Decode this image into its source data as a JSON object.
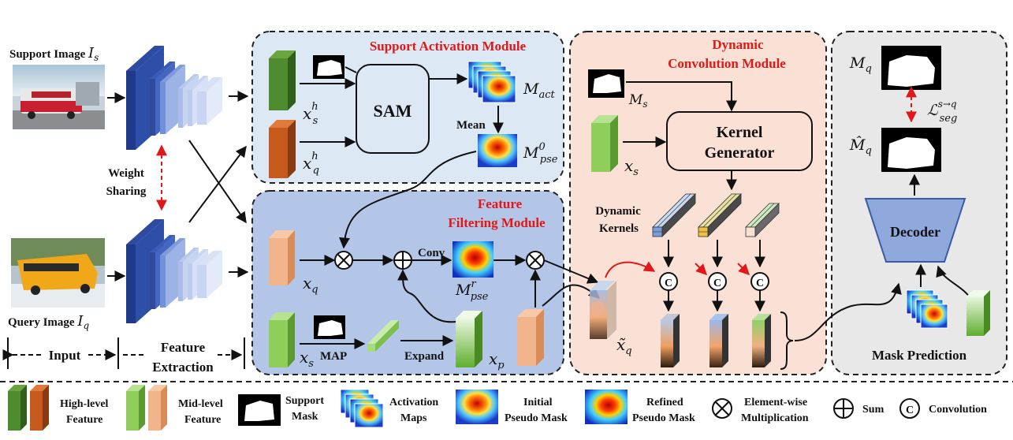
{
  "input": {
    "support_image_label": "Support Image",
    "support_image_symbol": "I",
    "support_image_sub": "s",
    "query_image_label": "Query Image",
    "query_image_symbol": "I",
    "query_image_sub": "q",
    "weight_sharing_line1": "Weight",
    "weight_sharing_line2": "Sharing",
    "input_section": "Input",
    "feature_extraction_line1": "Feature",
    "feature_extraction_line2": "Extraction"
  },
  "sam_module": {
    "title": "Support Activation Module",
    "block": "SAM",
    "mean": "Mean",
    "xs_h": {
      "base": "x",
      "sub": "s",
      "sup": "h"
    },
    "xq_h": {
      "base": "x",
      "sub": "q",
      "sup": "h"
    },
    "m_act": {
      "base": "M",
      "sub": "act"
    },
    "m_pse0": {
      "base": "M",
      "sub": "pse",
      "sup": "0"
    }
  },
  "ffm": {
    "title_line1": "Feature",
    "title_line2": "Filtering Module",
    "conv": "Conv",
    "map": "MAP",
    "expand": "Expand",
    "xq": {
      "base": "x",
      "sub": "q"
    },
    "xs": {
      "base": "x",
      "sub": "s"
    },
    "xp": {
      "base": "x",
      "sub": "p"
    },
    "m_pse_r": {
      "base": "M",
      "sub": "pse",
      "sup": "r"
    }
  },
  "dcm": {
    "title_line1": "Dynamic",
    "title_line2": "Convolution Module",
    "kernel_gen_line1": "Kernel",
    "kernel_gen_line2": "Generator",
    "dyn_kernels_line1": "Dynamic",
    "dyn_kernels_line2": "Kernels",
    "ms": {
      "base": "M",
      "sub": "s"
    },
    "xs": {
      "base": "x",
      "sub": "s"
    },
    "xq_tilde": {
      "base": "x̃",
      "sub": "q"
    },
    "conv_symbol": "C"
  },
  "mask_prediction": {
    "title": "Mask Prediction",
    "decoder": "Decoder",
    "mq": {
      "base": "M",
      "sub": "q"
    },
    "mq_hat": {
      "base": "M̂",
      "sub": "q"
    },
    "loss": {
      "base": "ℒ",
      "sub": "seg",
      "sup": "s→q"
    }
  },
  "legend": {
    "high_level_line1": "High-level",
    "high_level_line2": "Feature",
    "mid_level_line1": "Mid-level",
    "mid_level_line2": "Feature",
    "support_mask_line1": "Support",
    "support_mask_line2": "Mask",
    "activation_maps_line1": "Activation",
    "activation_maps_line2": "Maps",
    "initial_pseudo_line1": "Initial",
    "initial_pseudo_line2": "Pseudo Mask",
    "refined_pseudo_line1": "Refined",
    "refined_pseudo_line2": "Pseudo Mask",
    "elementwise_line1": "Element-wise",
    "elementwise_line2": "Multiplication",
    "sum": "Sum",
    "convolution": "Convolution",
    "conv_symbol": "C"
  },
  "colors": {
    "sam_bg": "#dce9f5",
    "ffm_bg": "#b4c6e7",
    "dcm_bg": "#fbe1d5",
    "mask_bg": "#e8e8e8",
    "module_title": "#e01818",
    "high_green": "#4e8a2e",
    "high_orange": "#c55a1c",
    "mid_green": "#8fce5a",
    "mid_orange": "#f2b48a",
    "backbone_dark": "#1f3a8a",
    "backbone_light": "#9db3e6"
  }
}
